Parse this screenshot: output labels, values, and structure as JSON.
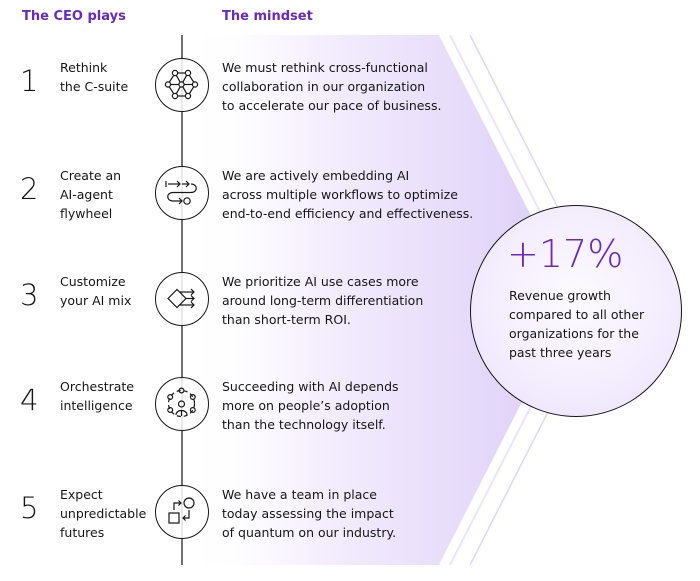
{
  "headers": {
    "plays": "The CEO plays",
    "mindset": "The mindset"
  },
  "rows": [
    {
      "number": "1",
      "play": "Rethink\nthe C-suite",
      "icon": "hexagon-network-icon",
      "mindset": "We must rethink cross-functional\ncollaboration in our organization\nto accelerate our pace of business."
    },
    {
      "number": "2",
      "play": "Create an\nAI-agent\nflywheel",
      "icon": "workflow-flywheel-icon",
      "mindset": "We are actively embedding AI\nacross multiple workflows to optimize\nend-to-end efficiency and effectiveness."
    },
    {
      "number": "3",
      "play": "Customize\nyour AI mix",
      "icon": "diamond-arrows-icon",
      "mindset": "We prioritize AI use cases more\naround long-term differentiation\nthan short-term ROI."
    },
    {
      "number": "4",
      "play": "Orchestrate\nintelligence",
      "icon": "people-network-icon",
      "mindset": "Succeeding with AI depends\nmore on people’s adoption\nthan the technology itself."
    },
    {
      "number": "5",
      "play": "Expect\nunpredictable\nfutures",
      "icon": "shapes-change-icon",
      "mindset": "We have a team in place\ntoday assessing the impact\nof quantum on our industry."
    }
  ],
  "stat": {
    "value": "+17%",
    "description": "Revenue growth\ncompared to all other\norganizations for the\npast three years"
  },
  "colors": {
    "accent": "#6929c4",
    "lavender": "#e8dcfb",
    "text": "#161616"
  }
}
